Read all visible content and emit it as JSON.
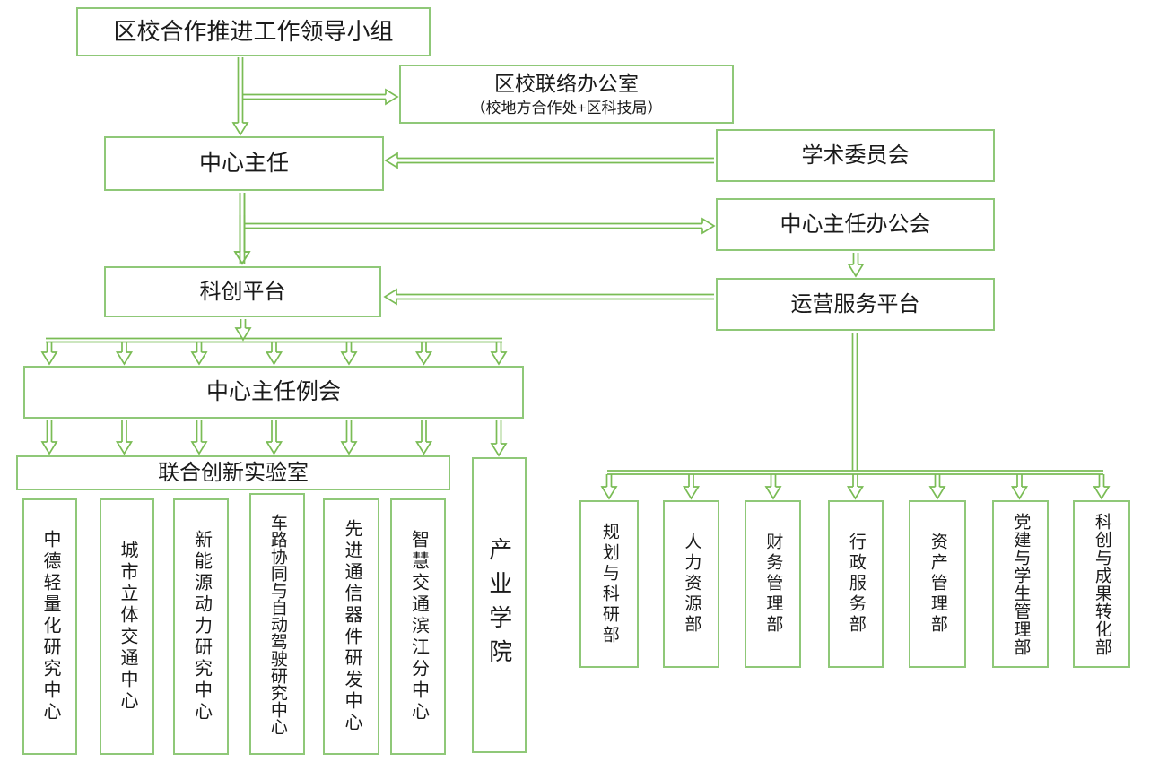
{
  "diagram": {
    "colors": {
      "box_border": "#8fc878",
      "arrow": "#7abc55",
      "text": "#1a1a1a",
      "background": "#ffffff"
    },
    "nodes": {
      "leading_group": "区校合作推进工作领导小组",
      "liaison_office_title": "区校联络办公室",
      "liaison_office_subtitle": "（校地方合作处+区科技局）",
      "center_director": "中心主任",
      "academic_committee": "学术委员会",
      "director_office_meeting": "中心主任办公会",
      "sci_innovation_platform": "科创平台",
      "operation_service_platform": "运营服务平台",
      "director_regular_meeting": "中心主任例会",
      "joint_innovation_lab": "联合创新实验室",
      "industry_college": "产业学院"
    },
    "left_centers": [
      "中德轻量化研究中心",
      "城市立体交通中心",
      "新能源动力研究中心",
      "车路协同与自动驾驶研究中心",
      "先进通信器件研发中心",
      "智慧交通滨江分中心"
    ],
    "right_departments": [
      "规划与科研部",
      "人力资源部",
      "财务管理部",
      "行政服务部",
      "资产管理部",
      "党建与学生管理部",
      "科创与成果转化部"
    ]
  }
}
